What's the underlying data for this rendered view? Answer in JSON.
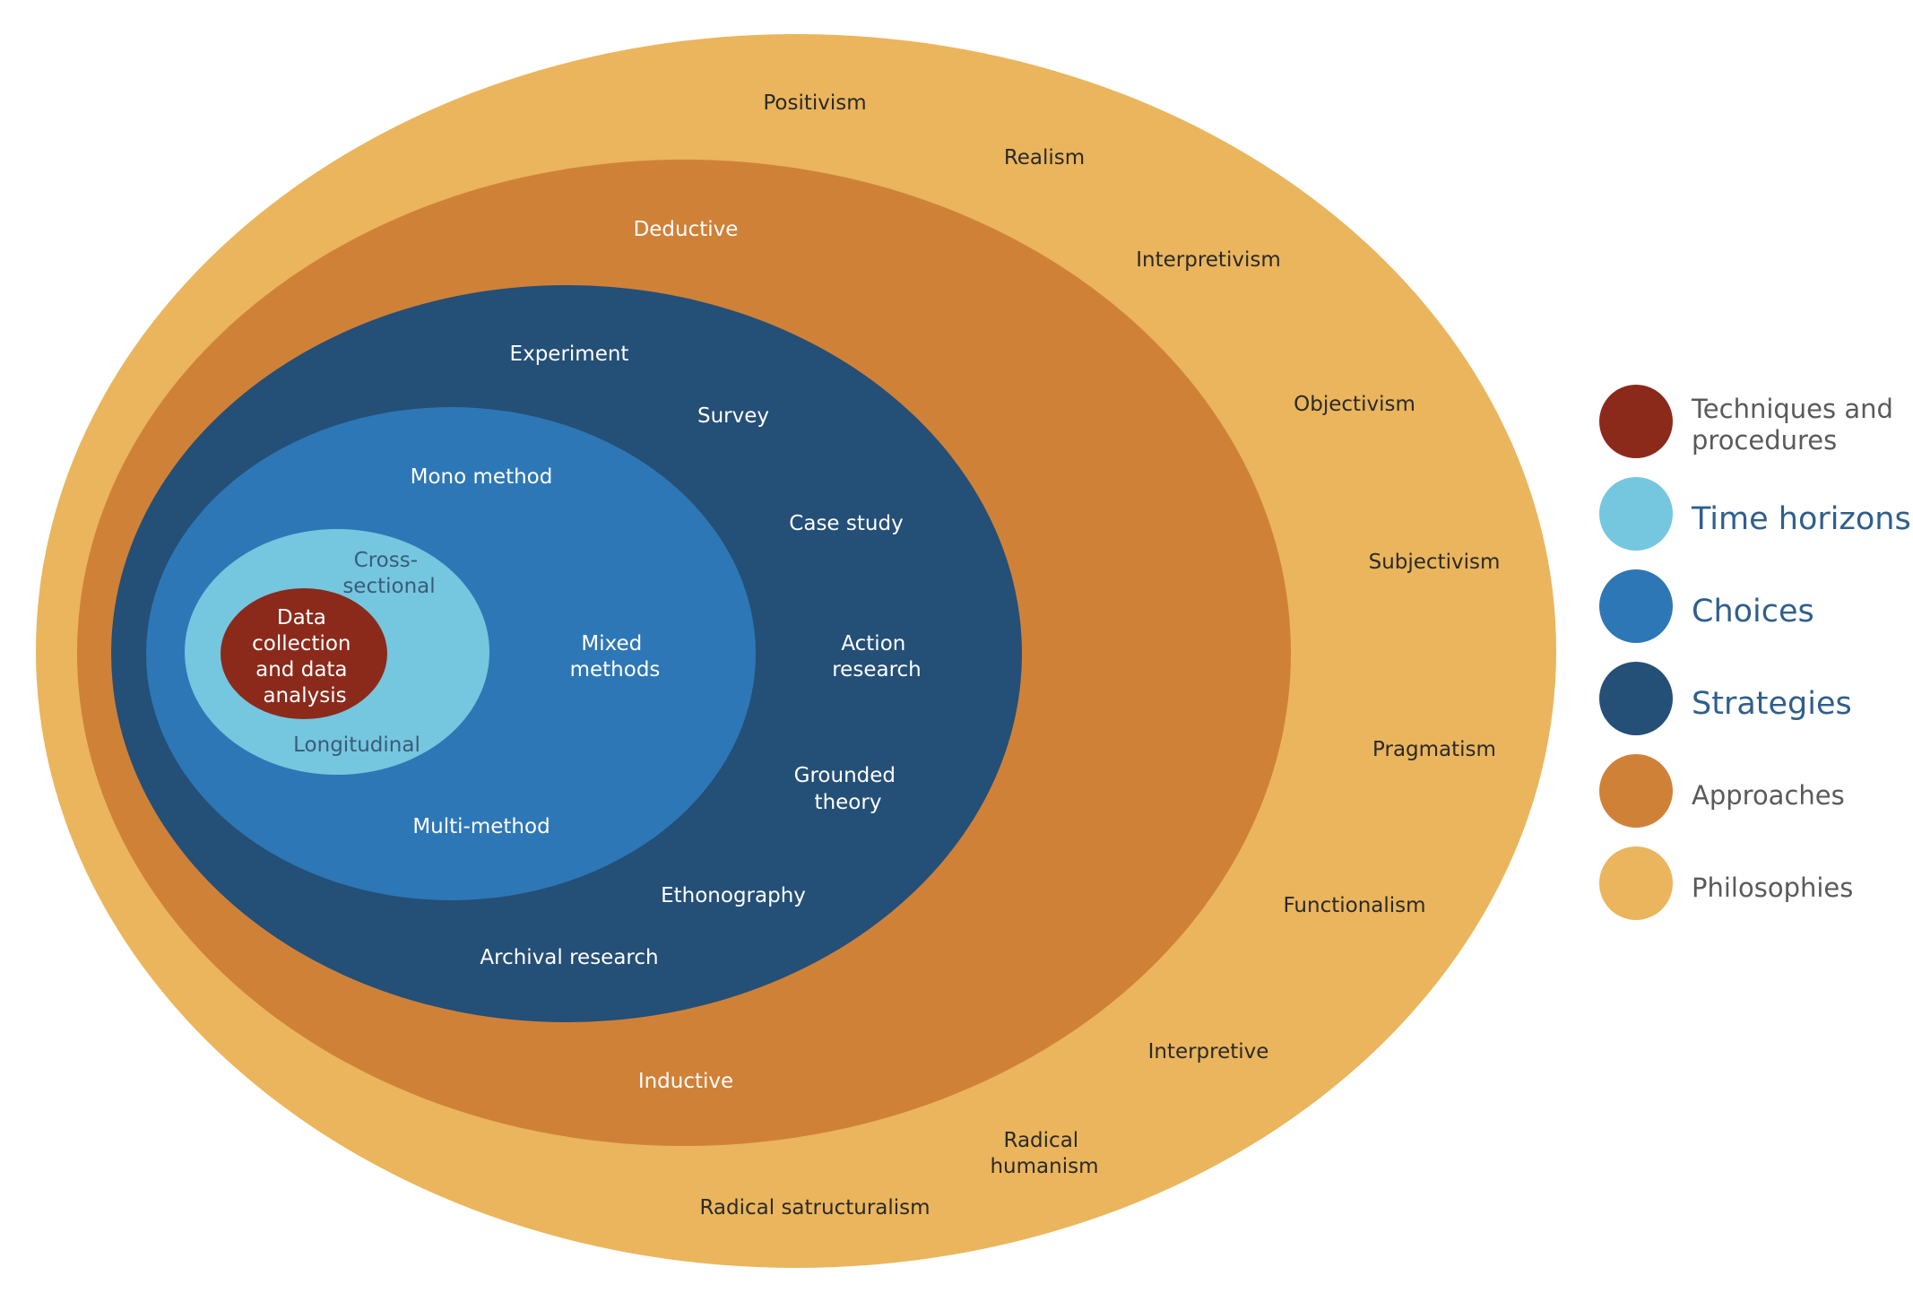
{
  "colors": {
    "techniques": "#8b2a1b",
    "time_horizons": "#74c7df",
    "choices": "#2e77b6",
    "strategies": "#244f77",
    "approaches": "#d08138",
    "philosophies": "#eab55c"
  },
  "philosophies": {
    "positivism": "Positivism",
    "realism": "Realism",
    "interpretivism": "Interpretivism",
    "objectivism": "Objectivism",
    "subjectivism": "Subjectivism",
    "pragmatism": "Pragmatism",
    "functionalism": "Functionalism",
    "interpretive": "Interpretive",
    "radical_humanism": [
      "Radical",
      "humanism"
    ],
    "radical_structuralism": "Radical satructuralism"
  },
  "approaches": {
    "deductive": "Deductive",
    "inductive": "Inductive"
  },
  "strategies": {
    "experiment": "Experiment",
    "survey": "Survey",
    "case_study": "Case study",
    "action_research": [
      "Action",
      "research"
    ],
    "grounded_theory": [
      "Grounded",
      "theory"
    ],
    "ethnography": "Ethonography",
    "archival_research": "Archival research"
  },
  "choices": {
    "mono_method": "Mono method",
    "mixed_methods": [
      "Mixed",
      "methods"
    ],
    "multi_method": "Multi-method"
  },
  "time_horizons": {
    "cross_sectional": [
      "Cross-",
      "sectional"
    ],
    "longitudinal": "Longitudinal"
  },
  "core": {
    "lines": [
      "Data",
      "collection",
      "and data",
      "analysis"
    ]
  },
  "legend": [
    {
      "lines": [
        "Techniques and",
        "procedures"
      ],
      "color_key": "techniques",
      "style": "normal"
    },
    {
      "lines": [
        "Time horizons"
      ],
      "color_key": "time_horizons",
      "style": "big"
    },
    {
      "lines": [
        "Choices"
      ],
      "color_key": "choices",
      "style": "big"
    },
    {
      "lines": [
        "Strategies"
      ],
      "color_key": "strategies",
      "style": "big"
    },
    {
      "lines": [
        "Approaches"
      ],
      "color_key": "approaches",
      "style": "normal"
    },
    {
      "lines": [
        "Philosophies"
      ],
      "color_key": "philosophies",
      "style": "normal"
    }
  ]
}
